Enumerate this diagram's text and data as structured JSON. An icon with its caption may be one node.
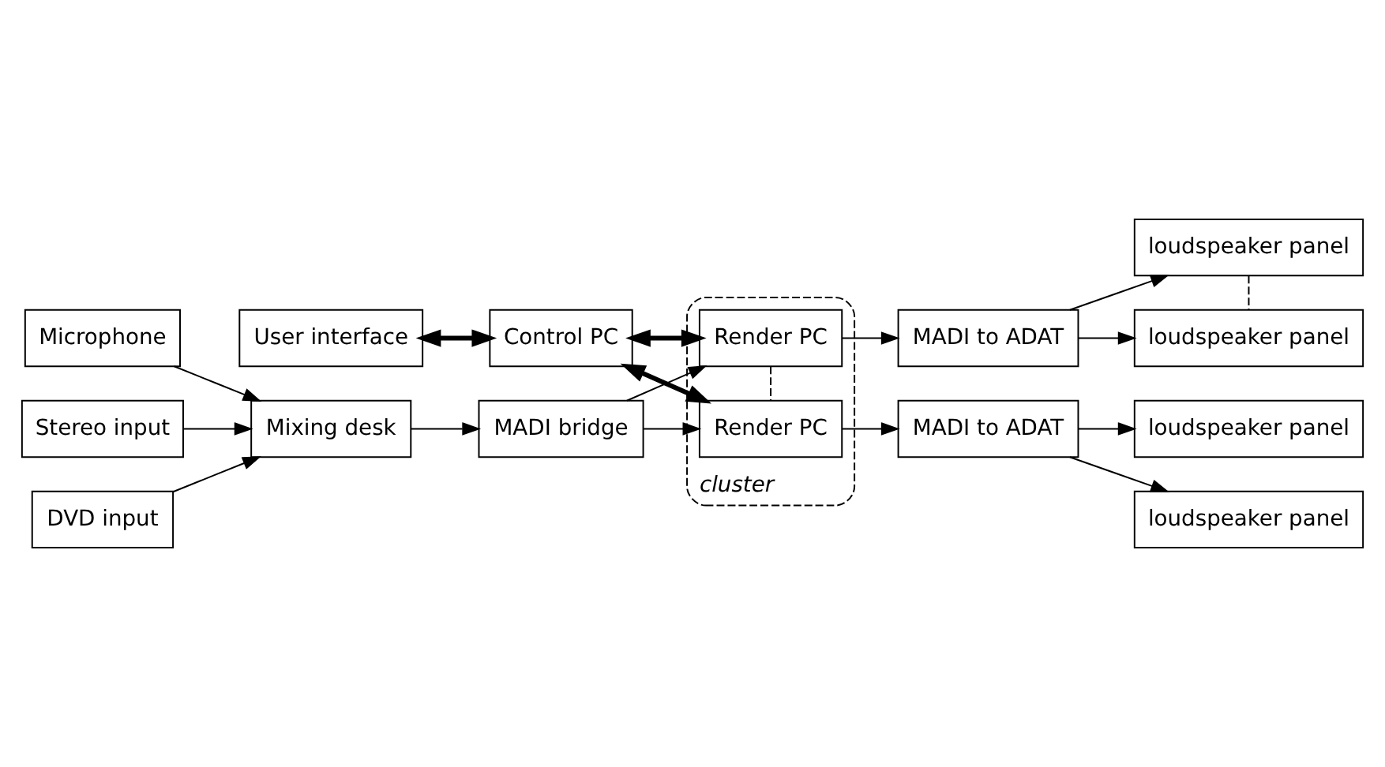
{
  "diagram": {
    "nodes": [
      {
        "text": [
          "User interface"
        ]
      },
      {
        "text": [
          "Mixing desk"
        ]
      },
      {
        "text": [
          "Microphone"
        ]
      },
      {
        "text": [
          "Stereo input"
        ]
      },
      {
        "text": [
          "DVD input"
        ]
      },
      {
        "text": [
          "Control PC"
        ]
      },
      {
        "text": [
          "MADI bridge"
        ]
      },
      {
        "text": [
          "cluster"
        ]
      },
      {
        "text": [
          "Render PC"
        ],
        "in": 7
      },
      {
        "text": [
          "MADI to ADAT"
        ]
      },
      {
        "text": [
          "loudspeaker panel"
        ]
      },
      {
        "text": [
          "loudspeaker panel"
        ]
      },
      {
        "text": [
          "Render PC"
        ],
        "in": 7
      },
      {
        "text": [
          "MADI to ADAT"
        ]
      },
      {
        "text": [
          "loudspeaker panel"
        ]
      },
      {
        "text": [
          "loudspeaker panel"
        ]
      }
    ],
    "edges": [
      {
        "from": 0,
        "to": 5,
        "arrow": "both",
        "style": "thick"
      },
      {
        "from": 2,
        "to": 1,
        "arrow": "to"
      },
      {
        "from": 3,
        "to": 1,
        "arrow": "to"
      },
      {
        "from": 4,
        "to": 1,
        "arrow": "to"
      },
      {
        "from": 1,
        "to": 6,
        "arrow": "to"
      },
      {
        "from": 5,
        "to": 8,
        "arrow": "both",
        "style": "thick"
      },
      {
        "from": 5,
        "to": 12,
        "arrow": "both",
        "style": "thick"
      },
      {
        "from": 6,
        "to": 8,
        "arrow": "to"
      },
      {
        "from": 6,
        "to": 12,
        "arrow": "to"
      },
      {
        "from": 8,
        "to": 12,
        "arrow": "none",
        "style": "dashed"
      },
      {
        "from": 8,
        "to": 9,
        "arrow": "to"
      },
      {
        "from": 12,
        "to": 13,
        "arrow": "to"
      },
      {
        "from": 9,
        "to": 10,
        "arrow": "to"
      },
      {
        "from": 9,
        "to": 11,
        "arrow": "to"
      },
      {
        "from": 10,
        "to": 11,
        "arrow": "none",
        "style": "dashed"
      },
      {
        "from": 13,
        "to": 14,
        "arrow": "to"
      },
      {
        "from": 13,
        "to": 15,
        "arrow": "to"
      }
    ]
  }
}
